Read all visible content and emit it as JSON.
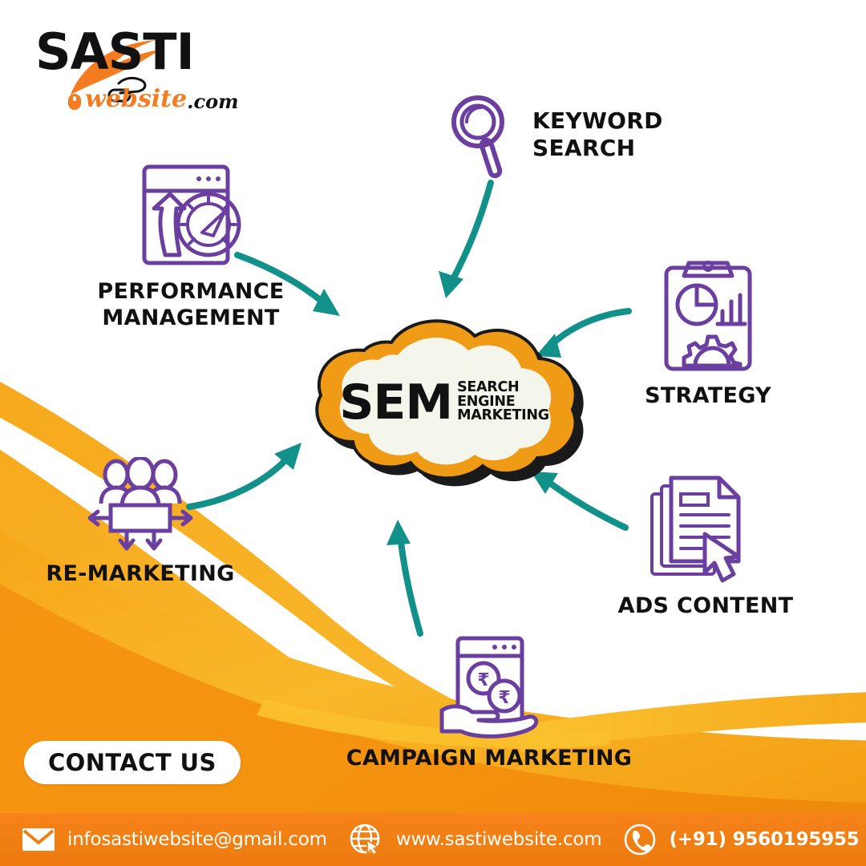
{
  "brand": {
    "logo_main": "SASTI",
    "logo_sub": "website",
    "logo_tld": ".com",
    "logo_icon": "mouse-icon",
    "logo_swoosh_icon": "orange-swoosh-icon"
  },
  "center": {
    "acronym": "SEM",
    "expansion_line1": "SEARCH",
    "expansion_line2": "ENGINE",
    "expansion_line3": "MARKETING",
    "shape_icon": "cloud-icon"
  },
  "nodes": [
    {
      "id": "keyword-search",
      "label": "KEYWORD\nSEARCH",
      "icon": "magnifier-icon"
    },
    {
      "id": "performance-management",
      "label": "PERFORMANCE\nMANAGEMENT",
      "icon": "browser-speedometer-icon"
    },
    {
      "id": "strategy",
      "label": "STRATEGY",
      "icon": "clipboard-charts-gear-icon"
    },
    {
      "id": "ads-content",
      "label": "ADS CONTENT",
      "icon": "documents-cursor-icon"
    },
    {
      "id": "re-marketing",
      "label": "RE-MARKETING",
      "icon": "people-arrows-icon"
    },
    {
      "id": "campaign-marketing",
      "label": "CAMPAIGN MARKETING",
      "icon": "hand-rupee-browser-icon"
    }
  ],
  "cta": {
    "label": "CONTACT US"
  },
  "footer": {
    "email": "infosastiwebsite@gmail.com",
    "email_icon": "envelope-icon",
    "website": "www.sastiwebsite.com",
    "website_icon": "globe-cursor-icon",
    "phone": "(+91) 9560195955",
    "phone_icon": "phone-icon"
  },
  "colors": {
    "orange": "#F5A01B",
    "orange_deep": "#F07F12",
    "orange_light": "#F9B526",
    "teal": "#12918A",
    "purple": "#6B3FA0",
    "cloud_fill": "#F4F6EC",
    "text_dark": "#111111"
  }
}
